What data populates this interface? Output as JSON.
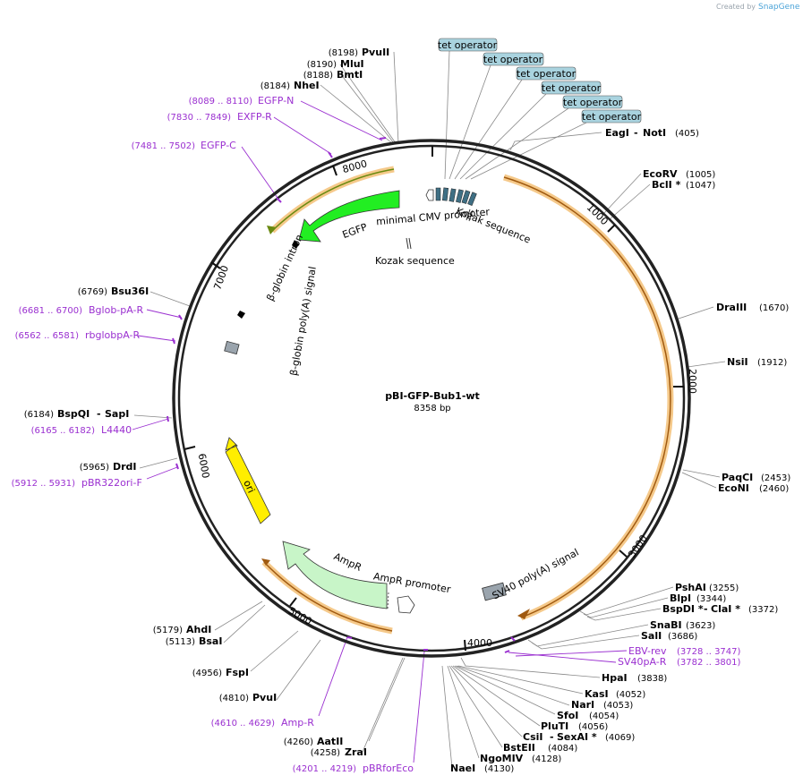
{
  "credit": {
    "created_by": "Created by",
    "brand": "SnapGene"
  },
  "plasmid": {
    "name": "pBI-GFP-Bub1-wt",
    "length_label": "8358 bp",
    "length": 8358
  },
  "tick_labels": [
    "1000",
    "2000",
    "3000",
    "4000",
    "5000",
    "6000",
    "7000",
    "8000"
  ],
  "enzymes": [
    {
      "name": "PvuII",
      "pos": "(8198)"
    },
    {
      "name": "MluI",
      "pos": "(8190)"
    },
    {
      "name": "BmtI",
      "pos": "(8188)"
    },
    {
      "name": "NheI",
      "pos": "(8184)"
    },
    {
      "name": "EagI",
      "name2": "NotI",
      "pos": "(405)"
    },
    {
      "name": "EcoRV",
      "pos": "(1005)"
    },
    {
      "name": "BclI *",
      "pos": "(1047)"
    },
    {
      "name": "DraIII",
      "pos": "(1670)"
    },
    {
      "name": "NsiI",
      "pos": "(1912)"
    },
    {
      "name": "PaqCI",
      "pos": "(2453)"
    },
    {
      "name": "EcoNI",
      "pos": "(2460)"
    },
    {
      "name": "PshAI",
      "pos": "(3255)"
    },
    {
      "name": "BlpI",
      "pos": "(3344)"
    },
    {
      "name": "BspDI *",
      "name2": "ClaI *",
      "pos": "(3372)"
    },
    {
      "name": "SnaBI",
      "pos": "(3623)"
    },
    {
      "name": "SalI",
      "pos": "(3686)"
    },
    {
      "name": "HpaI",
      "pos": "(3838)"
    },
    {
      "name": "KasI",
      "pos": "(4052)"
    },
    {
      "name": "NarI",
      "pos": "(4053)"
    },
    {
      "name": "SfoI",
      "pos": "(4054)"
    },
    {
      "name": "PluTI",
      "pos": "(4056)"
    },
    {
      "name": "CsiI",
      "name2": "SexAI *",
      "pos": "(4069)"
    },
    {
      "name": "BstEII",
      "pos": "(4084)"
    },
    {
      "name": "NgoMIV",
      "pos": "(4128)"
    },
    {
      "name": "NaeI",
      "pos": "(4130)"
    },
    {
      "name": "AatII",
      "pos": "(4260)"
    },
    {
      "name": "ZraI",
      "pos": "(4258)"
    },
    {
      "name": "PvuI",
      "pos": "(4810)"
    },
    {
      "name": "FspI",
      "pos": "(4956)"
    },
    {
      "name": "BsaI",
      "pos": "(5113)"
    },
    {
      "name": "AhdI",
      "pos": "(5179)"
    },
    {
      "name": "DrdI",
      "pos": "(5965)"
    },
    {
      "name": "BspQI",
      "name2": "SapI",
      "pos": "(6184)"
    },
    {
      "name": "Bsu36I",
      "pos": "(6769)"
    }
  ],
  "primers": [
    {
      "range": "(8089 .. 8110)",
      "name": "EGFP-N"
    },
    {
      "range": "(7830 .. 7849)",
      "name": "EXFP-R"
    },
    {
      "range": "(7481 .. 7502)",
      "name": "EGFP-C"
    },
    {
      "range": "(6681 .. 6700)",
      "name": "Bglob-pA-R"
    },
    {
      "range": "(6562 .. 6581)",
      "name": "rbglobpA-R"
    },
    {
      "range": "(6165 .. 6182)",
      "name": "L4440"
    },
    {
      "range": "(5912 .. 5931)",
      "name": "pBR322ori-F"
    },
    {
      "range": "(3728 .. 3747)",
      "name": "EBV-rev"
    },
    {
      "range": "(3782 .. 3801)",
      "name": "SV40pA-R"
    },
    {
      "range": "(4610 .. 4629)",
      "name": "Amp-R"
    },
    {
      "range": "(4201 .. 4219)",
      "name": "pBRforEco"
    }
  ],
  "features": {
    "tet_operator": "tet operator",
    "minimal_cmv": "minimal CMV promoter",
    "kozak1": "Kozak sequence",
    "kozak2": "Kozak sequence",
    "egfp": "EGFP",
    "bglobin_intron": "β-globin intron",
    "bglobin_polya": "β-globin poly(A) signal",
    "ori": "ori",
    "ampr": "AmpR",
    "ampr_promoter": "AmpR promoter",
    "sv40": "SV40 poly(A) signal"
  },
  "colors": {
    "backbone": "#222222",
    "primer": "#9a2fd0",
    "orf_halo": "#f5c98a",
    "orf_line": "#a05a10",
    "egfp": "#22ee22",
    "ori": "#ffee00",
    "ampr": "#c8f5c8",
    "tet": "#3f6f84",
    "tet_box": "#a9d3df",
    "gray_feature": "#9aa4ad"
  }
}
